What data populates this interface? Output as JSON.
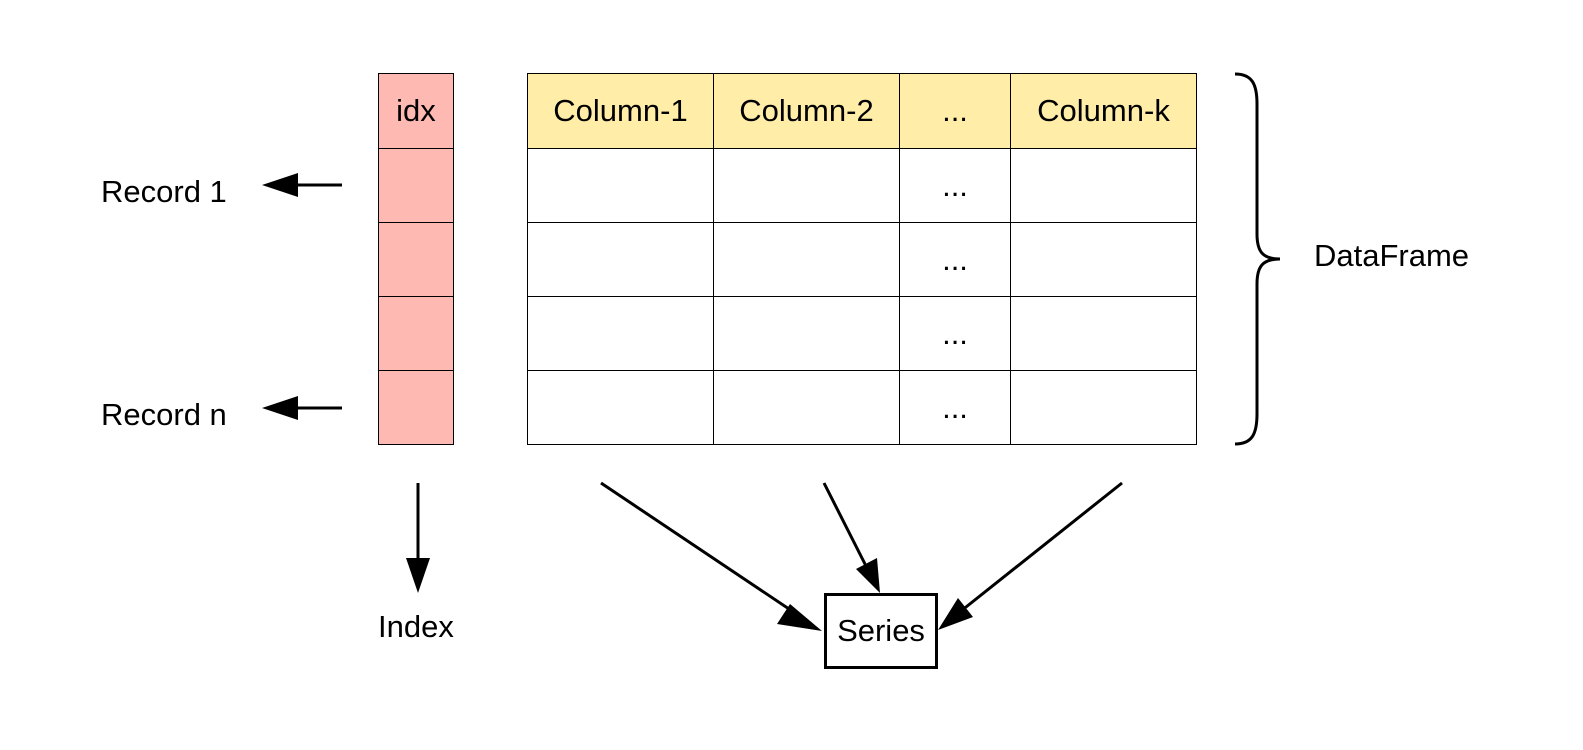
{
  "index_header": "idx",
  "columns": [
    "Column-1",
    "Column-2",
    "...",
    "Column-k"
  ],
  "rows": [
    [
      "",
      "",
      "...",
      ""
    ],
    [
      "",
      "",
      "...",
      ""
    ],
    [
      "",
      "",
      "...",
      ""
    ],
    [
      "",
      "",
      "...",
      ""
    ]
  ],
  "labels": {
    "record_first": "Record 1",
    "record_last": "Record n",
    "index": "Index",
    "series": "Series",
    "dataframe": "DataFrame"
  },
  "colors": {
    "index_fill": "#ffb9b3",
    "header_fill": "#ffeda8",
    "stroke": "#000000"
  }
}
